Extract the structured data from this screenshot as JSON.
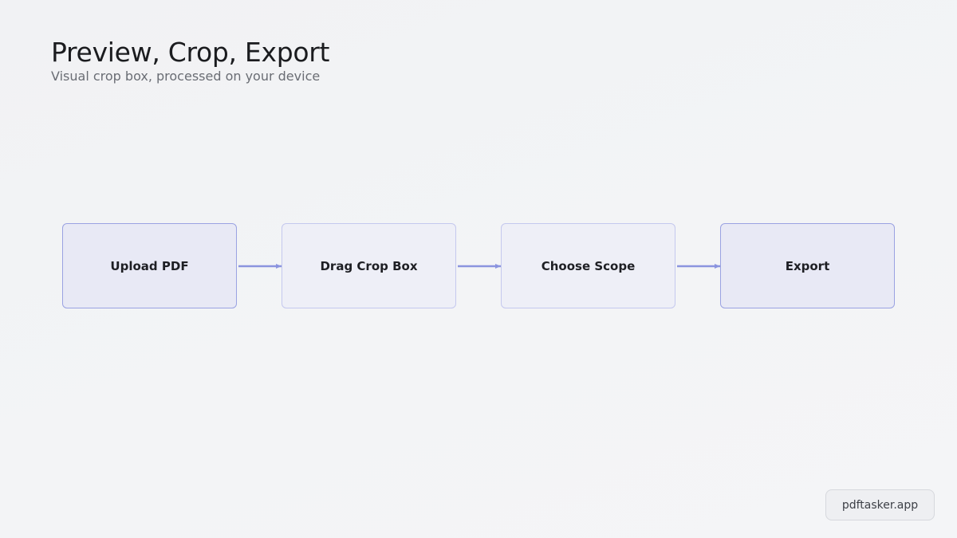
{
  "header": {
    "title": "Preview, Crop, Export",
    "subtitle": "Visual crop box, processed on your device"
  },
  "flow": {
    "steps": [
      {
        "label": "Upload PDF"
      },
      {
        "label": "Drag Crop Box"
      },
      {
        "label": "Choose Scope"
      },
      {
        "label": "Export"
      }
    ],
    "connector_color": "#8b94df"
  },
  "footer": {
    "badge": "pdftasker.app"
  }
}
